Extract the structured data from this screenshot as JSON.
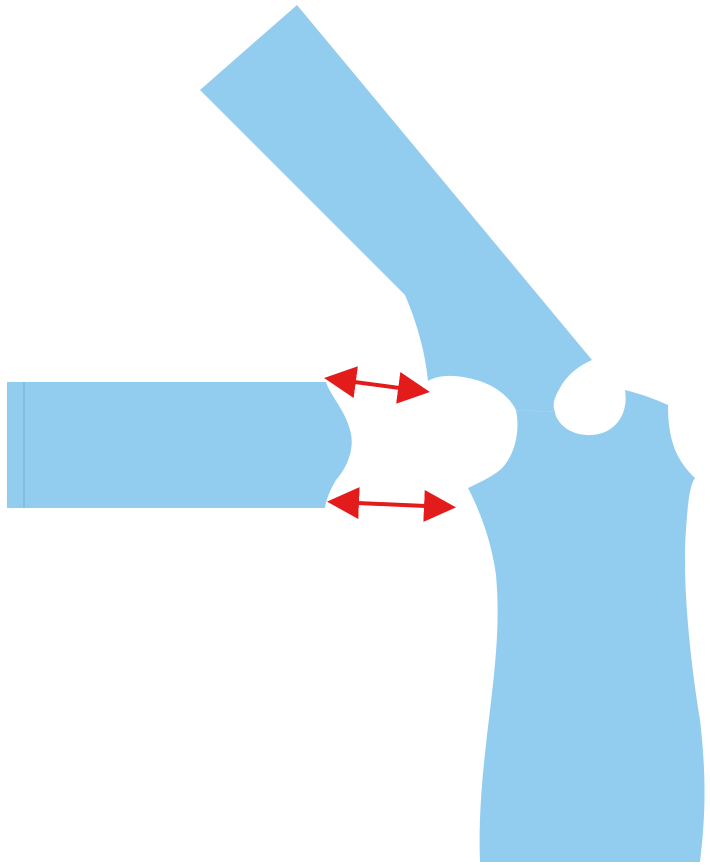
{
  "diagram": {
    "type": "mechanical-joint-illustration",
    "colors": {
      "background": "#ffffff",
      "part_fill": "#92cdf0",
      "part_edge": "#7ab9e0",
      "arrow": "#e31b1b"
    },
    "parts": [
      "horizontal-arm",
      "upper-diagonal-arm",
      "lower-body"
    ],
    "arrows": [
      {
        "name": "upper-gap-arrow",
        "style": "double-headed"
      },
      {
        "name": "lower-gap-arrow",
        "style": "double-headed"
      }
    ]
  }
}
